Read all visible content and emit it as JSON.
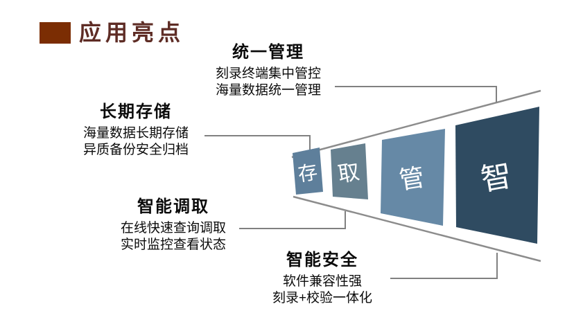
{
  "slide": {
    "title": "应用亮点",
    "title_color": "#5E2C25",
    "accent_color": "#7B2D03",
    "background": "#FFFFFF"
  },
  "annotations": [
    {
      "heading": "统一管理",
      "lines": [
        "刻录终端集中管控",
        "海量数据统一管理"
      ]
    },
    {
      "heading": "长期存储",
      "lines": [
        "海量数据长期存储",
        "异质备份安全归档"
      ]
    },
    {
      "heading": "智能调取",
      "lines": [
        "在线快速查询调取",
        "实时监控查看状态"
      ]
    },
    {
      "heading": "智能安全",
      "lines": [
        "软件兼容性强",
        "刻录+校验一体化"
      ]
    }
  ],
  "funnel": {
    "line_color": "#8C8C8C",
    "connector_color": "#808080",
    "label_color": "#FFFFFF",
    "blocks": [
      {
        "label": "存",
        "color": "#5E7F9B"
      },
      {
        "label": "取",
        "color": "#66808F"
      },
      {
        "label": "管",
        "color": "#6689A6"
      },
      {
        "label": "智",
        "color": "#2F4B61"
      }
    ]
  }
}
